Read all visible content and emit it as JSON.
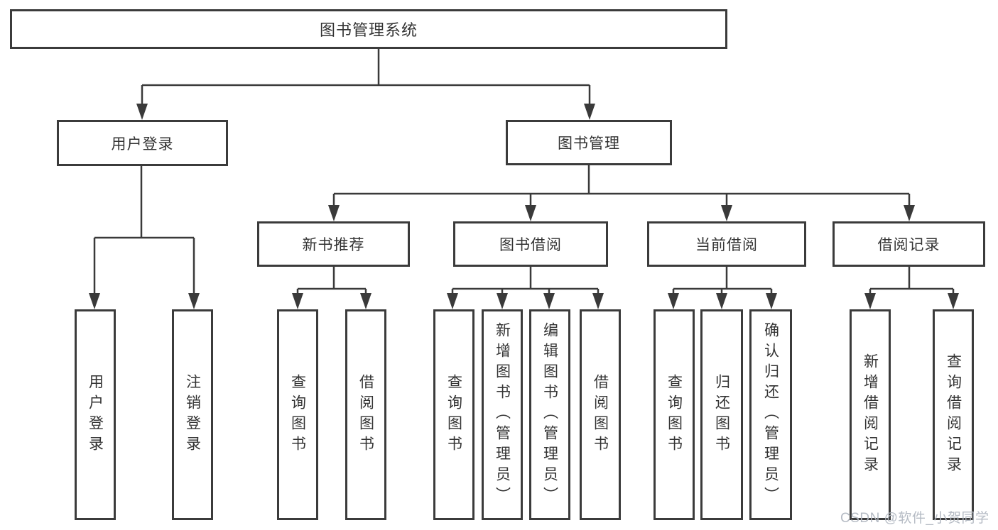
{
  "diagram_title": "图书管理系统",
  "tree": {
    "label": "图书管理系统",
    "children": [
      {
        "label": "用户登录",
        "children": [
          {
            "label": "用户登录"
          },
          {
            "label": "注销登录"
          }
        ]
      },
      {
        "label": "图书管理",
        "children": [
          {
            "label": "新书推荐",
            "children": [
              {
                "label": "查询图书"
              },
              {
                "label": "借阅图书"
              }
            ]
          },
          {
            "label": "图书借阅",
            "children": [
              {
                "label": "查询图书"
              },
              {
                "label": "新增图书（管理员）"
              },
              {
                "label": "编辑图书（管理员）"
              },
              {
                "label": "借阅图书"
              }
            ]
          },
          {
            "label": "当前借阅",
            "children": [
              {
                "label": "查询图书"
              },
              {
                "label": "归还图书"
              },
              {
                "label": "确认归还（管理员）"
              }
            ]
          },
          {
            "label": "借阅记录",
            "children": [
              {
                "label": "新增借阅记录"
              },
              {
                "label": "查询借阅记录"
              }
            ]
          }
        ]
      }
    ]
  },
  "watermark": {
    "text": "CSDN @软件_小贺同学"
  },
  "colors": {
    "line": "#3a3a3a",
    "border": "#3b3b3b",
    "text": "#333333",
    "background": "#ffffff",
    "watermark": "#b2b8c1"
  }
}
